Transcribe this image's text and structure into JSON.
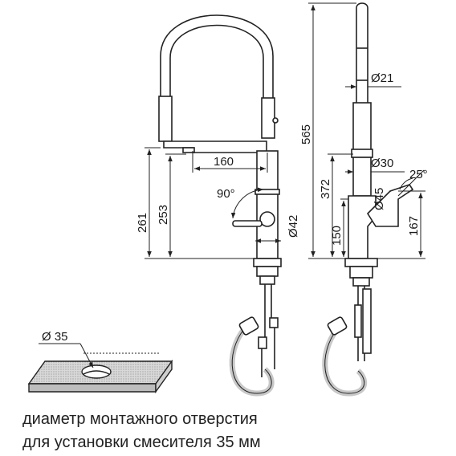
{
  "dimensions": {
    "reach": "160",
    "spout_height_left": "261",
    "under_spout_height": "253",
    "rotation": "90°",
    "body_diameter": "Ø42",
    "total_height": "565",
    "hose_diameter": "Ø21",
    "neck_diameter": "Ø30",
    "base_diameter": "Ø45",
    "neck_height": "372",
    "handle_angle": "25°",
    "body_height": "150",
    "handle_height": "167",
    "hole_diameter": "Ø 35"
  },
  "caption": {
    "line1": "диаметр монтажного отверстия",
    "line2": "для установки смесителя 35 мм"
  },
  "colors": {
    "line": "#222222",
    "hose": "#c8c8c8",
    "stone": "#d0d0d0"
  }
}
